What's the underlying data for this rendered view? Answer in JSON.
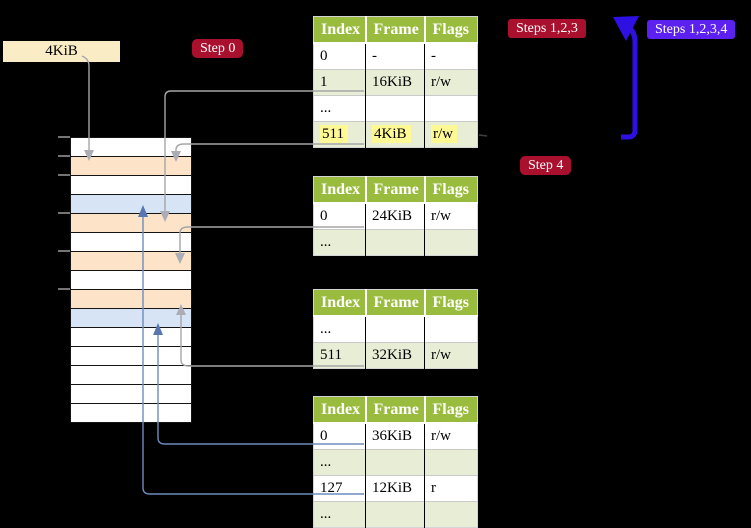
{
  "labels": {
    "page_size_box": "4KiB",
    "step0": "Step 0",
    "steps123": "Steps 1,2,3",
    "steps1234": "Steps 1,2,3,4",
    "step4": "Step 4"
  },
  "tables": [
    {
      "name": "level-4-table",
      "headers": [
        "Index",
        "Frame",
        "Flags"
      ],
      "rows": [
        [
          "0",
          "-",
          "-"
        ],
        [
          "1",
          "16KiB",
          "r/w"
        ],
        [
          "...",
          "",
          ""
        ],
        [
          "511",
          "4KiB",
          "r/w"
        ]
      ],
      "highlight_row_index": 3
    },
    {
      "name": "level-3-table",
      "headers": [
        "Index",
        "Frame",
        "Flags"
      ],
      "rows": [
        [
          "0",
          "24KiB",
          "r/w"
        ],
        [
          "...",
          "",
          ""
        ]
      ]
    },
    {
      "name": "level-2-table",
      "headers": [
        "Index",
        "Frame",
        "Flags"
      ],
      "rows": [
        [
          "...",
          "",
          ""
        ],
        [
          "511",
          "32KiB",
          "r/w"
        ]
      ]
    },
    {
      "name": "level-1-table",
      "headers": [
        "Index",
        "Frame",
        "Flags"
      ],
      "rows": [
        [
          "0",
          "36KiB",
          "r/w"
        ],
        [
          "...",
          "",
          ""
        ],
        [
          "127",
          "12KiB",
          "r"
        ],
        [
          "...",
          "",
          ""
        ]
      ]
    }
  ],
  "memory": {
    "rows": [
      "white",
      "orange",
      "white",
      "blue",
      "orange",
      "white",
      "orange",
      "white",
      "orange",
      "blue",
      "white",
      "white",
      "white",
      "white",
      "white"
    ]
  },
  "colors": {
    "table_header_green": "#9abc3e",
    "table_row_green": "#e8eed6",
    "highlight_yellow": "#fff995",
    "memory_orange": "#fde3c8",
    "memory_blue": "#d7e4f6",
    "label_cream": "#faecc5",
    "badge_crimson": "#a8102d",
    "badge_violet": "#5c20f0",
    "arrow_blue": "#2e10e3",
    "connector_gray": "#a6a6a6",
    "connector_blue": "#6e8cbe"
  }
}
